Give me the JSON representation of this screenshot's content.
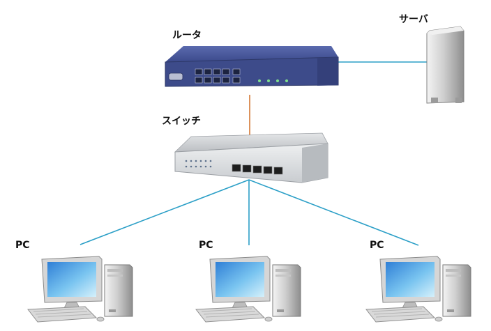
{
  "labels": {
    "router": "ルータ",
    "server": "サーバ",
    "switch": "スイッチ",
    "pc_left": "PC",
    "pc_center": "PC",
    "pc_right": "PC"
  },
  "colors": {
    "network_link": "#2b9fc7",
    "uplink": "#d9864a",
    "router_body": "#3d4b8a",
    "switch_body": "#d3d5d8",
    "screen": "#7ec9ef"
  },
  "icons": [
    "router-icon",
    "server-icon",
    "switch-icon",
    "pc-icon"
  ]
}
